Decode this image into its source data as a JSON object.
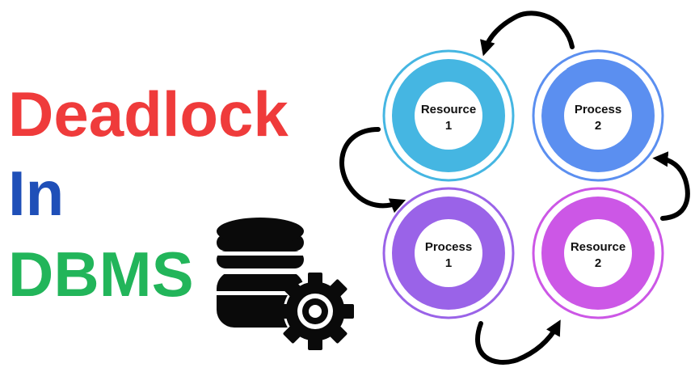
{
  "title": {
    "line1": {
      "text": "Deadlock",
      "color": "#ef3b3b"
    },
    "line2": {
      "text": "In",
      "color": "#1f4fb8"
    },
    "line3": {
      "text": "DBMS",
      "color": "#22b55a"
    }
  },
  "icon": "database-with-gear-icon",
  "nodes": [
    {
      "id": "resource-1",
      "line1": "Resource",
      "line2": "1",
      "color": "#45b6e2"
    },
    {
      "id": "process-2",
      "line1": "Process",
      "line2": "2",
      "color": "#5b8ff0"
    },
    {
      "id": "process-1",
      "line1": "Process",
      "line2": "1",
      "color": "#9a63e8"
    },
    {
      "id": "resource-2",
      "line1": "Resource",
      "line2": "2",
      "color": "#cc57e6"
    }
  ],
  "arrow_color": "#000000"
}
